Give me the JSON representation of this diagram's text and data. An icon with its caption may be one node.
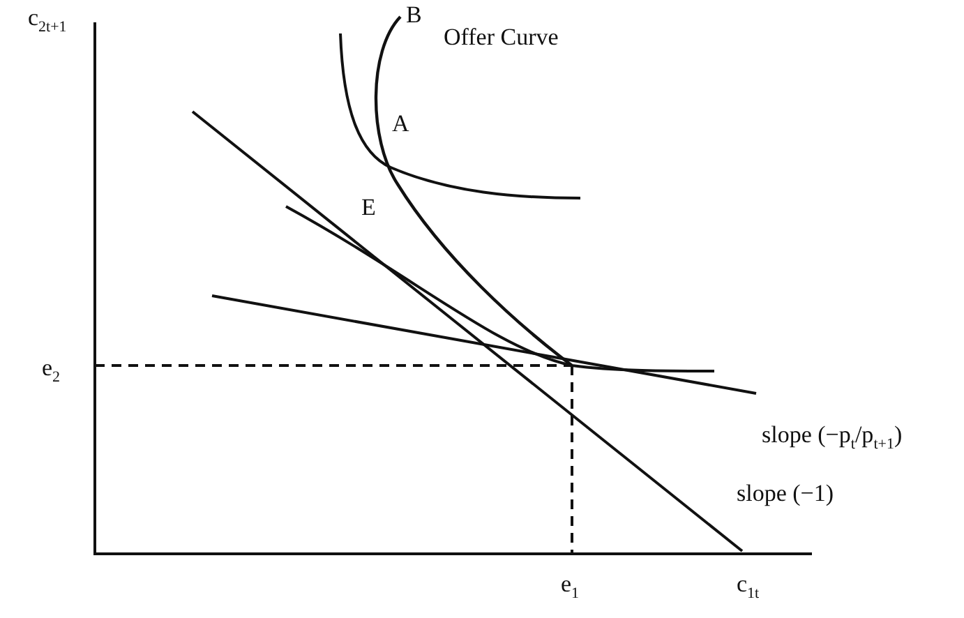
{
  "diagram": {
    "labels": [
      "c$_{2t+1}$",
      "B",
      "Offer Curve",
      "A",
      "E",
      "e$_{2}$",
      "slope (−p$_{t}$/p$_{t+1}$)",
      "slope (−1)",
      "e$_{1}$",
      "c$_{1t}$"
    ]
  }
}
